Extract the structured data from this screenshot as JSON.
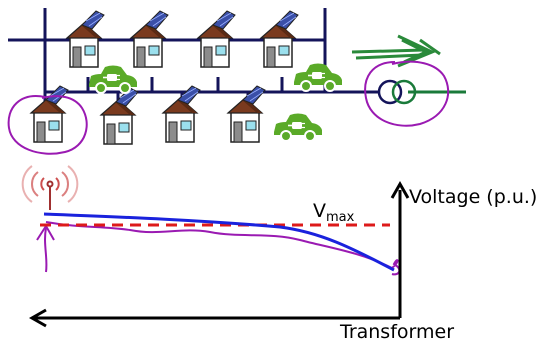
{
  "labels": {
    "vmax_main": "V",
    "vmax_sub": "max",
    "voltage_axis": "Voltage (p.u.)",
    "transformer_axis": "Transformer"
  },
  "colors": {
    "feeder_line": "#14145a",
    "transformer_outlet": "#1a7a3a",
    "roof": "#7a3a1e",
    "wall": "#ffffff",
    "door": "#8c8c8c",
    "window": "#9be0ee",
    "solar_panel": "#3a4fa8",
    "ev_car": "#5aaa28",
    "flow_arrow": "#2a8a3a",
    "annotation": "#9a1ab2",
    "voltage_profile": "#1a22dd",
    "vmax_limit": "#dd1a1a",
    "antenna": "#c83c3c"
  },
  "icons": [
    "house-with-solar-icon",
    "electric-car-icon",
    "transformer-icon",
    "antenna-icon",
    "flow-arrow-icon"
  ]
}
